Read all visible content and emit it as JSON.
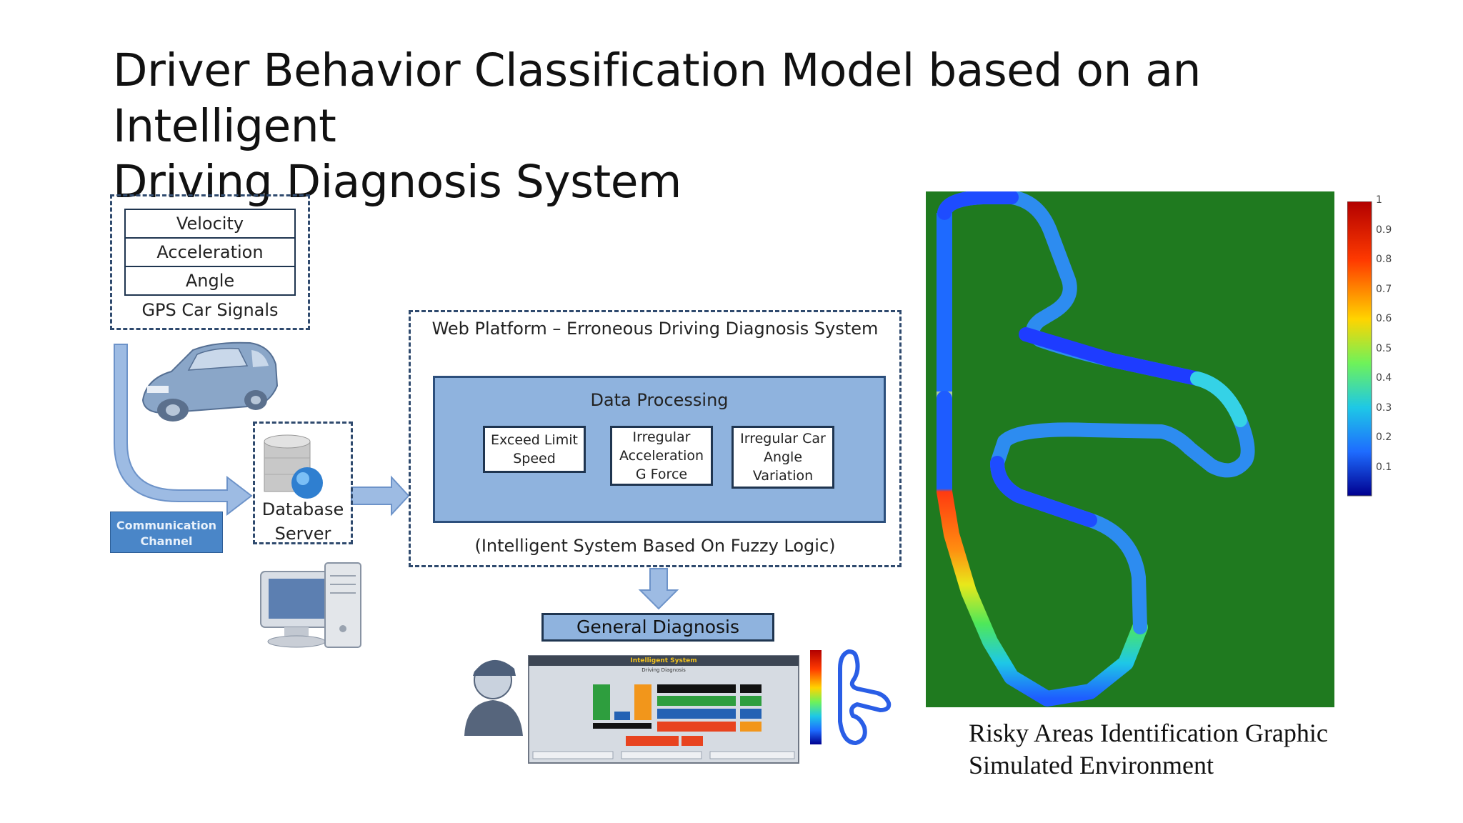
{
  "title_line1": "Driver Behavior Classification Model based on an Intelligent",
  "title_line2": "Driving Diagnosis System",
  "signals": {
    "items": [
      "Velocity",
      "Acceleration",
      "Angle"
    ],
    "caption": "GPS Car Signals"
  },
  "communication_channel": {
    "line1": "Communication",
    "line2": "Channel"
  },
  "database_server": {
    "line1": "Database",
    "line2": "Server"
  },
  "web_platform": {
    "title": "Web Platform – Erroneous Driving Diagnosis System",
    "footer": "(Intelligent System Based On Fuzzy Logic)",
    "data_processing": {
      "title": "Data Processing",
      "box1": {
        "line1": "Exceed Limit",
        "line2": "Speed"
      },
      "box2": {
        "line1": "Irregular",
        "line2": "Acceleration",
        "line3": "G Force"
      },
      "box3": {
        "line1": "Irregular Car",
        "line2": "Angle",
        "line3": "Variation"
      }
    }
  },
  "general_diagnosis": "General Diagnosis",
  "dashboard": {
    "header": "Intelligent System",
    "subheader": "Driving Diagnosis"
  },
  "colorbar_ticks": [
    "1",
    "0.9",
    "0.8",
    "0.7",
    "0.6",
    "0.5",
    "0.4",
    "0.3",
    "0.2",
    "0.1"
  ],
  "caption": {
    "line1": "Risky Areas Identification Graphic",
    "line2": "Simulated Environment"
  },
  "colors": {
    "diagram_blue": "#8fb3de",
    "dark_border": "#1f3550",
    "map_green": "#1f7a1f"
  }
}
